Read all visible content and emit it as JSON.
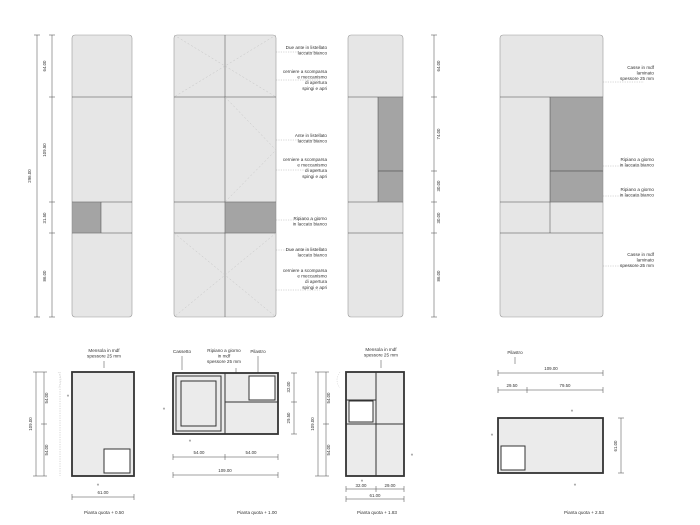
{
  "elevations": {
    "e1": {
      "dims": [
        "64.00",
        "109.50",
        "31.50",
        "86.00"
      ],
      "total": "296.00"
    },
    "e2": {
      "labels": [
        "Due ante in listellato laccato bianco",
        "cerniere a scomparsa e meccanismo di apertura spingi e apri",
        "Ante in listellato laccato bianco",
        "cerniere a scomparsa e meccanismo di apertura spingi e apri",
        "Ripiano a giorno in laccato bianco",
        "Due ante in listellato laccato bianco",
        "cerniere a scomparsa e meccanismo di apertura spingi e apri"
      ]
    },
    "e3": {
      "dims": [
        "64.00",
        "74.00",
        "30.00",
        "30.00",
        "86.00"
      ]
    },
    "e4": {
      "labels": [
        "Casse in mdf laminato spessore 25 mm",
        "Ripiano a giorno in laccato bianco",
        "Ripiano a giorno in laccato bianco",
        "Casse in mdf laminato spessore 25 mm"
      ]
    }
  },
  "plans": {
    "p1": {
      "callout": "Mensola in mdf spessore 25 mm",
      "dims": [
        "54.00",
        "109.00",
        "54.00",
        "61.00"
      ],
      "caption": "Pianta quota + 0.50"
    },
    "p2": {
      "callouts": [
        "Cassetto",
        "Ripiano a giorno in mdf spessore 25 mm",
        "Pilastro"
      ],
      "dims": [
        "32.00",
        "29.50",
        "54.00",
        "54.00",
        "109.00"
      ],
      "caption": "Pianta quota + 1.00"
    },
    "p3": {
      "callout": "Mensola in mdf spessore 25 mm",
      "dims": [
        "54.00",
        "109.00",
        "54.00",
        "32.00",
        "29.00",
        "61.00"
      ],
      "caption": "Pianta quota + 1.83"
    },
    "p4": {
      "callout": "Pilastro",
      "dims": [
        "109.00",
        "29.50",
        "79.50",
        "61.00"
      ],
      "caption": "Pianta quota + 2.53"
    }
  }
}
